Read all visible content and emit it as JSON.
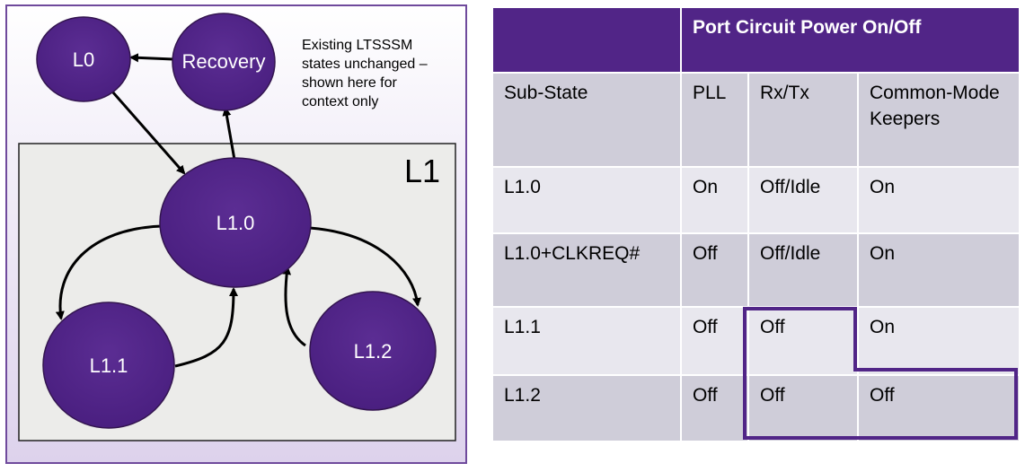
{
  "diagram": {
    "container_label": "L1",
    "note_lines": [
      "Existing LTSSSM",
      "states unchanged –",
      "shown here for",
      "context only"
    ],
    "states": {
      "l0": "L0",
      "recovery": "Recovery",
      "l1_0": "L1.0",
      "l1_1": "L1.1",
      "l1_2": "L1.2"
    },
    "colors": {
      "state_fill": "#512587",
      "panel_border": "#6f4a9c"
    }
  },
  "table": {
    "header": "Port Circuit Power On/Off",
    "columns": [
      "Sub-State",
      "PLL",
      "Rx/Tx",
      "Common-Mode Keepers"
    ],
    "rows": [
      [
        "L1.0",
        "On",
        "Off/Idle",
        "On"
      ],
      [
        "L1.0+CLKREQ#",
        "Off",
        "Off/Idle",
        "On"
      ],
      [
        "L1.1",
        "Off",
        "Off",
        "On"
      ],
      [
        "L1.2",
        "Off",
        "Off",
        "Off"
      ]
    ],
    "colors": {
      "header_bg": "#512587",
      "row_dark": "#cfcdd9",
      "row_light": "#e8e7ee",
      "highlight": "#512587"
    }
  }
}
